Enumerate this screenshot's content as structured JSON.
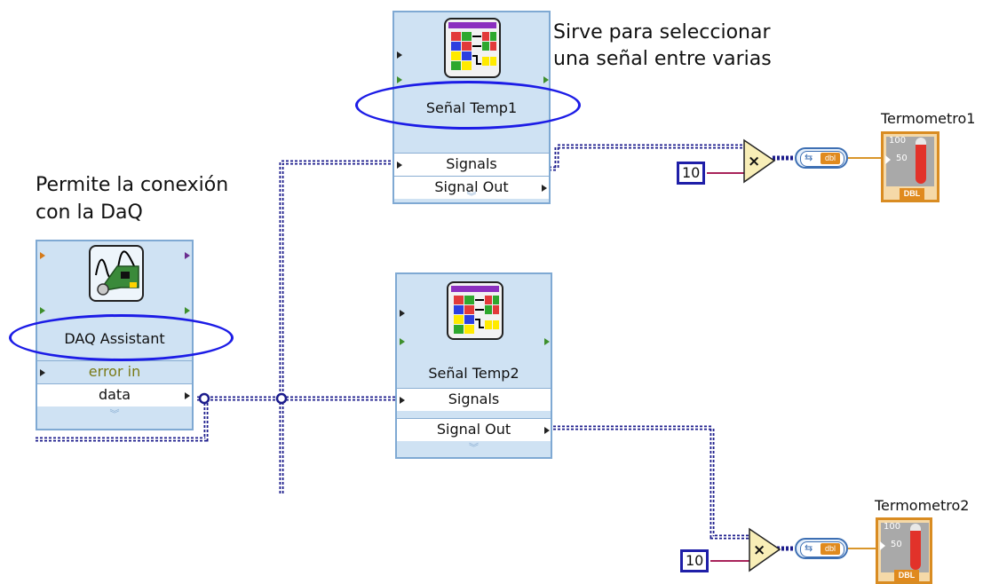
{
  "annotations": {
    "select_note_line1": "Sirve para seleccionar",
    "select_note_line2": "una señal entre varias",
    "daq_note_line1": "Permite la conexión",
    "daq_note_line2": "con la DaQ"
  },
  "daq_assistant": {
    "name": "DAQ Assistant",
    "ports": [
      "error in",
      "data"
    ]
  },
  "select_signals_1": {
    "name": "Señal Temp1",
    "ports": [
      "Signals",
      "Signal Out"
    ]
  },
  "select_signals_2": {
    "name": "Señal Temp2",
    "ports": [
      "Signals",
      "Signal Out"
    ]
  },
  "constants": [
    "10",
    "10"
  ],
  "multiply_symbol": "×",
  "converters": [
    "dbl",
    "dbl"
  ],
  "indicators": [
    {
      "label": "Termometro1",
      "scale_high": "100",
      "scale_mid": "50",
      "type_tag": "DBL"
    },
    {
      "label": "Termometro2",
      "scale_high": "100",
      "scale_mid": "50",
      "type_tag": "DBL"
    }
  ],
  "colors": {
    "dynamic_wire": "#1c1c8c",
    "numeric_wire": "#d9962b",
    "express_bg": "#cfe2f3",
    "highlight_ellipse": "#1c1ce6"
  }
}
